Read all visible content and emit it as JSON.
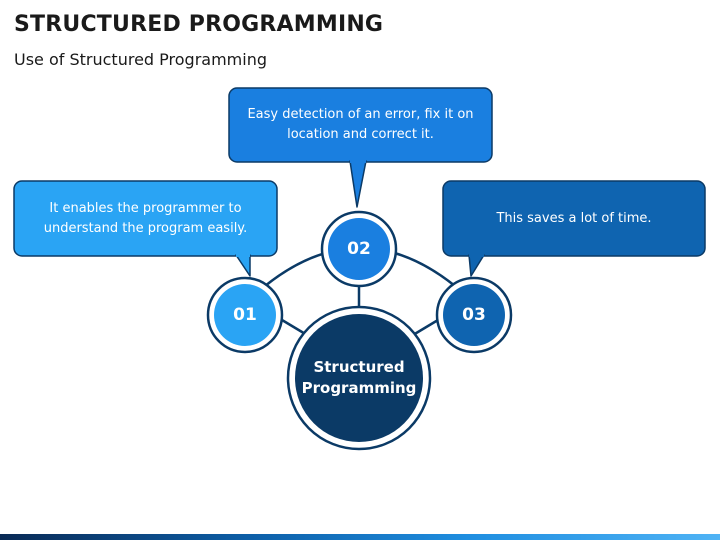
{
  "title": "STRUCTURED PROGRAMMING",
  "subtitle": "Use of Structured Programming",
  "center": {
    "label": "Structured Programming"
  },
  "items": [
    {
      "number": "01",
      "text": "It enables the programmer to understand the program easily."
    },
    {
      "number": "02",
      "text": "Easy detection of an error, fix it on location and correct it."
    },
    {
      "number": "03",
      "text": "This saves a lot of time."
    }
  ],
  "colors": {
    "light_blue": "#2aa4f4",
    "mid_blue": "#1a7fe0",
    "dark_blue": "#0f64b0",
    "navy": "#0b3a66",
    "outline": "#0b3a66"
  }
}
